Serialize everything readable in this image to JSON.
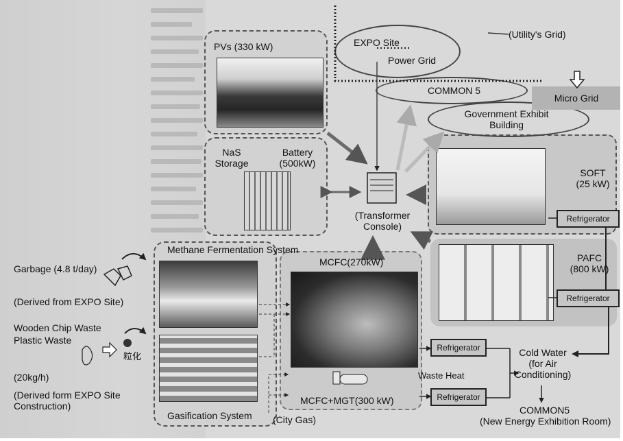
{
  "pvs": "PVs (330 kW)",
  "expo_site": "EXPO Site",
  "power_grid": "Power Grid",
  "utility_grid": "(Utility's Grid)",
  "common5_top": "COMMON 5",
  "micro_grid": "Micro Grid",
  "gov_exhibit_line1": "Government Exhibit",
  "gov_exhibit_line2": "Building",
  "nas_storage_line1": "NaS",
  "nas_storage_line2": "Storage",
  "battery_line1": "Battery",
  "battery_line2": "(500kW)",
  "soft_line1": "SOFT",
  "soft_line2": "(25 kW)",
  "refrigerator": "Refrigerator",
  "transformer_line1": "(Transformer",
  "transformer_line2": "Console)",
  "methane": "Methane Fermentation System",
  "pafc_line1": "PAFC",
  "pafc_line2": "(800 kW)",
  "mcfc": "MCFC(270kW)",
  "garbage": "Garbage (4.8 t/day)",
  "derived_expo": "(Derived from EXPO Site)",
  "wooden_chip": "Wooden Chip Waste",
  "plastic_waste": "Plastic Waste",
  "granulate": "粒化",
  "rate_20kg": "(20kg/h)",
  "derived_construction_1": "(Derived form EXPO Site",
  "derived_construction_2": "Construction)",
  "waste_heat": "Waste Heat",
  "cold_water_1": "Cold Water",
  "cold_water_2": "(for Air",
  "cold_water_3": "Conditioning)",
  "common5_bottom": "COMMON5",
  "new_energy_room": "(New Energy Exhibition Room)",
  "mcfc_mgt": "MCFC+MGT(300 kW)",
  "gasification": "Gasification System",
  "city_gas": "(City Gas)"
}
